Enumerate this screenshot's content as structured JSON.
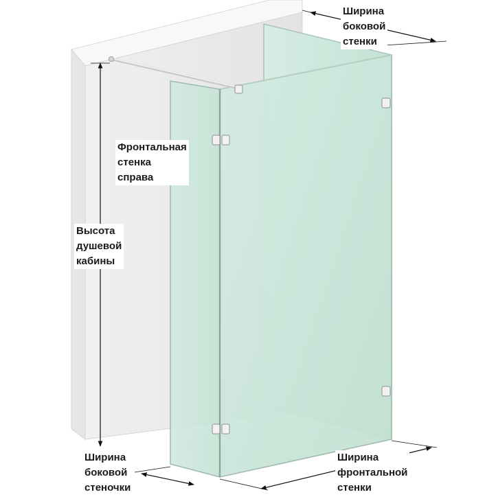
{
  "labels": {
    "side_wall_width_top": [
      "Ширина",
      "боковой",
      "стенки"
    ],
    "front_right_panel": [
      "Фронтальная",
      "стенка",
      "справа"
    ],
    "cabin_height": [
      "Высота",
      "душевой",
      "кабины"
    ],
    "side_wall_width_bottom": [
      "Ширина",
      "боковой",
      "стеночки"
    ],
    "front_wall_width": [
      "Ширина",
      "фронтальной",
      "стенки"
    ]
  },
  "colors": {
    "wall": "#ececed",
    "wall_top": "#f7f7f8",
    "glass": "#cfe8dd",
    "glass_edge": "#9fb9ad",
    "dimension_line": "#111111"
  }
}
